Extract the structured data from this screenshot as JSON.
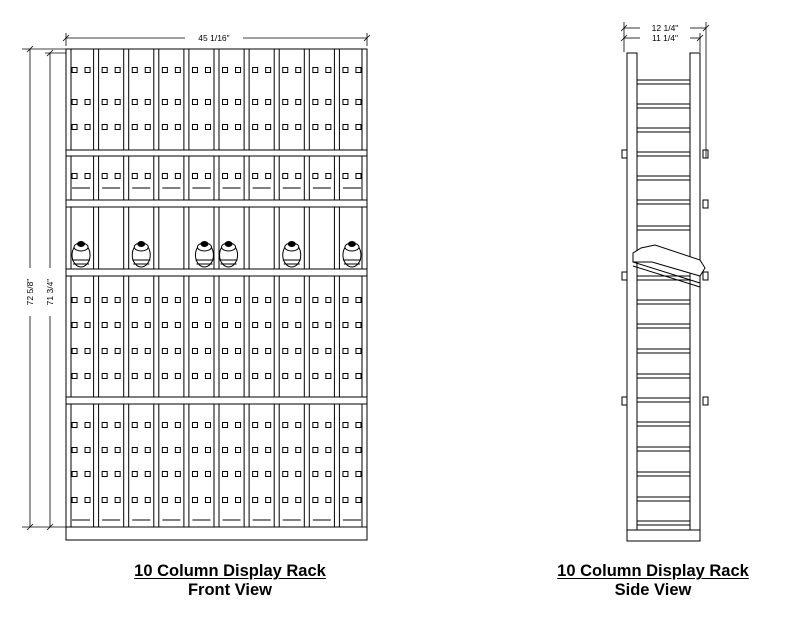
{
  "front_view": {
    "title": "10 Column Display Rack",
    "subtitle": "Front View",
    "width_dimension": "45 1/16\"",
    "overall_height_dimension": "72 5/8\"",
    "inner_height_dimension": "71 3/4\"",
    "column_count": 10
  },
  "side_view": {
    "title": "10 Column Display Rack",
    "subtitle": "Side View",
    "outer_depth_dimension": "12 1/4\"",
    "inner_depth_dimension": "11 1/4\""
  }
}
